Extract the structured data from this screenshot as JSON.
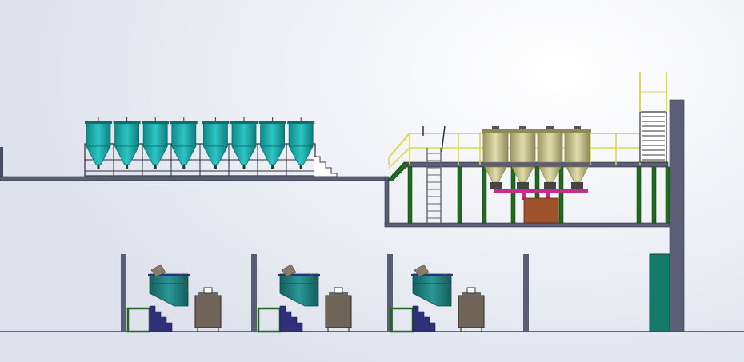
{
  "view": {
    "title": "",
    "background": "#ffffff"
  },
  "colors": {
    "structure": "#4a4d63",
    "structure_fill": "#5a5d73",
    "frame_green": "#1f6a1f",
    "rail_yellow": "#d9d94a",
    "tank_teal": "#1fa3a3",
    "tank_teal_dark": "#0d6e6e",
    "hopper_olive": "#c9c48a",
    "hopper_olive_dark": "#8d8a55",
    "box_brown": "#a0522d",
    "pipe_magenta": "#c0308a",
    "machine_teal": "#1c7f7f",
    "stair_navy": "#2f2f7a",
    "cabinet_gray": "#6e6458",
    "door_teal": "#137a6a"
  },
  "equipment": {
    "upper_left_tank_count": 8,
    "upper_right_hopper_count": 4,
    "ground_station_count": 3
  }
}
